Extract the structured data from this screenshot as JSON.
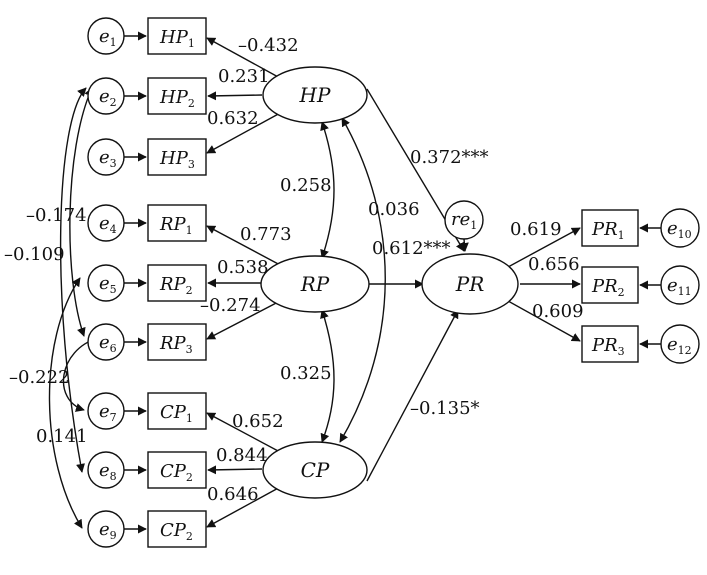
{
  "errors": {
    "e1": {
      "base": "e",
      "sub": "1"
    },
    "e2": {
      "base": "e",
      "sub": "2"
    },
    "e3": {
      "base": "e",
      "sub": "3"
    },
    "e4": {
      "base": "e",
      "sub": "4"
    },
    "e5": {
      "base": "e",
      "sub": "5"
    },
    "e6": {
      "base": "e",
      "sub": "6"
    },
    "e7": {
      "base": "e",
      "sub": "7"
    },
    "e8": {
      "base": "e",
      "sub": "8"
    },
    "e9": {
      "base": "e",
      "sub": "9"
    },
    "e10": {
      "base": "e",
      "sub": "10"
    },
    "e11": {
      "base": "e",
      "sub": "11"
    },
    "e12": {
      "base": "e",
      "sub": "12"
    },
    "re1": {
      "base": "re",
      "sub": "1"
    }
  },
  "indicators": {
    "HP1": {
      "base": "HP",
      "sub": "1"
    },
    "HP2": {
      "base": "HP",
      "sub": "2"
    },
    "HP3": {
      "base": "HP",
      "sub": "3"
    },
    "RP1": {
      "base": "RP",
      "sub": "1"
    },
    "RP2": {
      "base": "RP",
      "sub": "2"
    },
    "RP3": {
      "base": "RP",
      "sub": "3"
    },
    "CP1": {
      "base": "CP",
      "sub": "1"
    },
    "CP2a": {
      "base": "CP",
      "sub": "2"
    },
    "CP2b": {
      "base": "CP",
      "sub": "2"
    },
    "PR1": {
      "base": "PR",
      "sub": "1"
    },
    "PR2": {
      "base": "PR",
      "sub": "2"
    },
    "PR3": {
      "base": "PR",
      "sub": "3"
    }
  },
  "latents": {
    "HP": "HP",
    "RP": "RP",
    "CP": "CP",
    "PR": "PR"
  },
  "coefficients": {
    "hp_hp1": "–0.432",
    "hp_hp2": "0.231",
    "hp_hp3": "0.632",
    "rp_rp1": "0.773",
    "rp_rp2": "0.538",
    "rp_rp3": "–0.274",
    "cp_cp1": "0.652",
    "cp_cp2": "0.844",
    "cp_cp3": "0.646",
    "hp_rp": "0.258",
    "rp_cp": "0.325",
    "hp_cp": "0.036",
    "hp_pr": "0.372***",
    "rp_pr": "0.612***",
    "cp_pr": "–0.135*",
    "pr_pr1": "0.619",
    "pr_pr2": "0.656",
    "pr_pr3": "0.609",
    "cov_e2_e4": "–0.174",
    "cov_e2_e8": "–0.109",
    "cov_e5_e9": "–0.222",
    "cov_e6_e7": "0.141"
  }
}
